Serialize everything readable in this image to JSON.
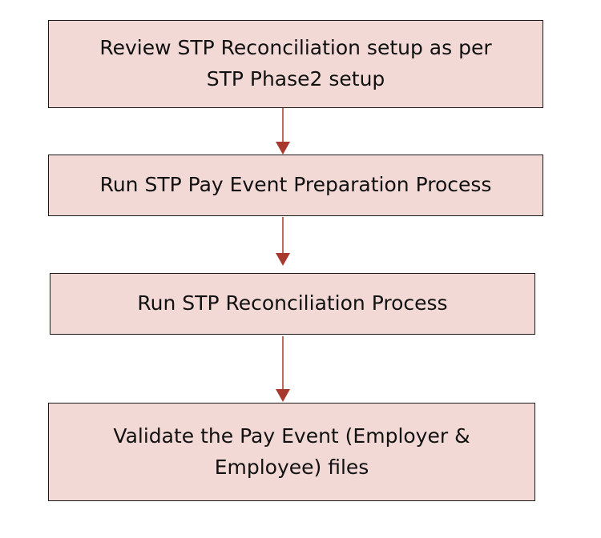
{
  "flowchart": {
    "steps": [
      {
        "id": "step-1",
        "line1": "Review STP Reconciliation setup as per",
        "line2": "STP Phase2 setup"
      },
      {
        "id": "step-2",
        "line1": "Run STP Pay Event Preparation Process",
        "line2": ""
      },
      {
        "id": "step-3",
        "line1": "Run STP Reconciliation Process",
        "line2": ""
      },
      {
        "id": "step-4",
        "line1": "Validate the Pay Event (Employer &",
        "line2": "Employee) files"
      }
    ],
    "colors": {
      "box_fill": "#f2d9d6",
      "box_border": "#1a1a1a",
      "arrow": "#a8392e"
    }
  }
}
